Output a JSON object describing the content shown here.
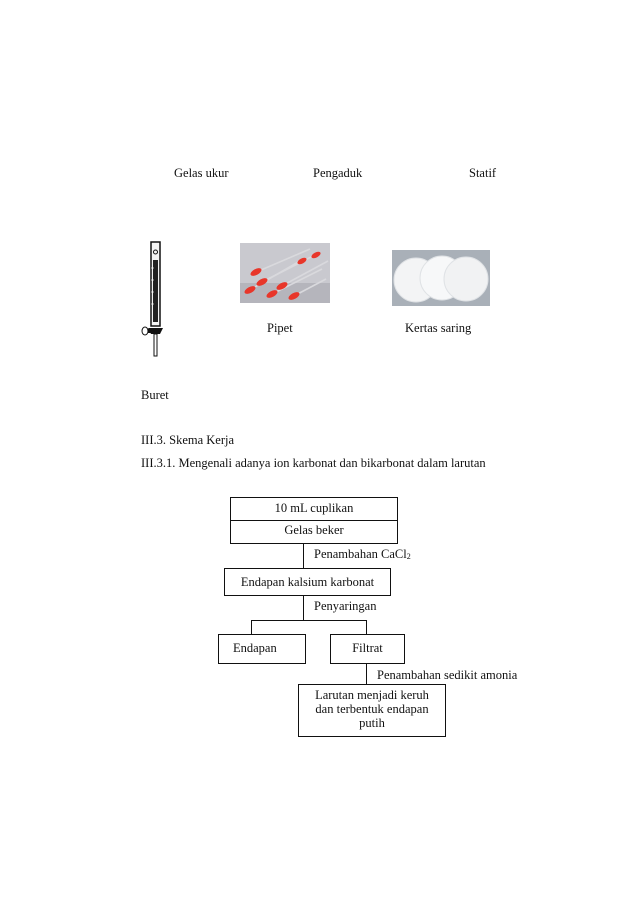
{
  "equipment_row1": {
    "gelas_ukur": "Gelas ukur",
    "pengaduk": "Pengaduk",
    "statif": "Statif"
  },
  "equipment_row2": {
    "pipet": "Pipet",
    "kertas_saring": "Kertas saring",
    "buret": "Buret"
  },
  "section": {
    "heading": "III.3. Skema Kerja",
    "subheading": "III.3.1. Mengenali adanya ion karbonat dan bikarbonat dalam larutan"
  },
  "flow": {
    "sample": "10 mL cuplikan",
    "container": "Gelas beker",
    "step1_main": "Penambahan CaCl",
    "step1_sub": "2",
    "result1": "Endapan kalsium karbonat",
    "step2": "Penyaringan",
    "precipitate": "Endapan",
    "filtrate": "Filtrat",
    "step3": "Penambahan sedikit amonia",
    "result2_line1": "Larutan menjadi keruh",
    "result2_line2": "dan terbentuk endapan",
    "result2_line3": "putih"
  }
}
